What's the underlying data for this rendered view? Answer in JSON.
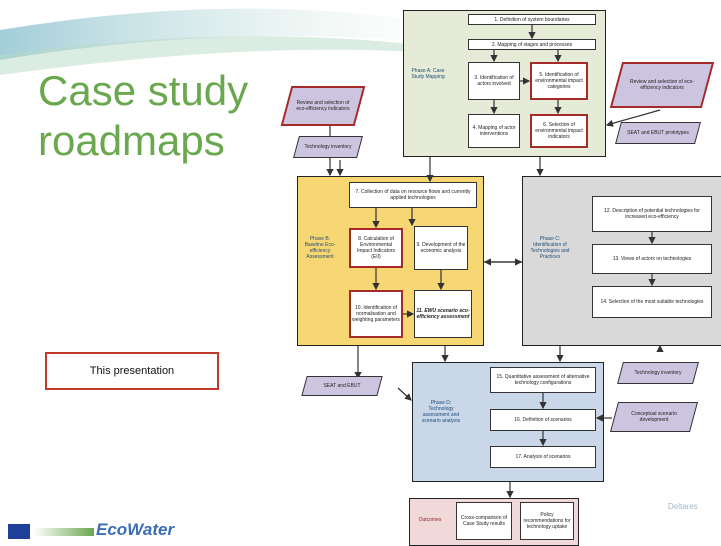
{
  "slide": {
    "title_line1": "Case study",
    "title_line2": "roadmaps",
    "presentation_label": "This presentation"
  },
  "phases": {
    "a": "Phase A: Case Study Mapping",
    "b": "Phase B: Baseline Eco-efficiency Assessment",
    "c": "Phase C: Identification of Technologies and Practices",
    "d": "Phase D: Technology assessment and scenario analysis",
    "outcomes": "Outcomes"
  },
  "steps": {
    "s1": "1. Definition of system boundaries",
    "s2": "2. Mapping of stages and processes",
    "s3": "3. Identification of actors involved",
    "s4": "4. Mapping of actor interventions",
    "s5": "5. Identification of environmental impact categories",
    "s6": "6. Selection of environmental impact indicators",
    "s7": "7. Collection of data on resource flows and currently applied technologies",
    "s8": "8. Calculation of Environmental Impact Indicators (EII)",
    "s9": "9. Development of the economic analysis",
    "s10": "10. Identification of normalisation and weighting parameters",
    "s11": "11. EWU scenario eco-efficiency assessment",
    "s12": "12. Description of potential technologies for increased eco-efficiency",
    "s13": "13. Views of actors on technologies",
    "s14": "14. Selection of the most suitable technologies",
    "s15": "15. Quantitative assessment of alternative technology configurations",
    "s16": "16. Definition of scenarios",
    "s17": "17. Analysis of scenarios"
  },
  "inputs": {
    "review_left": "Review and selection of eco-efficiency indicators",
    "tech_inventory_left": "Technology inventory",
    "review_right": "Review and selection of eco-efficiency indicators",
    "seat_ebut_top": "SEAT and EBUT prototypes",
    "tech_inventory_right": "Technology inventory",
    "seat_ebut_bottom": "SEAT and EBUT",
    "conceptual": "Conceptual scenario development"
  },
  "outcomes": {
    "o1": "Cross-comparison of Case Study results",
    "o2": "Policy recommendations for technology uptake"
  },
  "footer": {
    "logo": "EcoWater",
    "partner": "Deltares"
  },
  "colors": {
    "title_green": "#6aa84f",
    "phase_a": "#e6ebd8",
    "phase_b": "#f7d774",
    "phase_c": "#d9d9d9",
    "phase_d": "#c9d7e8",
    "outcomes": "#f2d9d9",
    "input_purple": "#cdc4e0",
    "input_red_border": "#a52a2a"
  }
}
